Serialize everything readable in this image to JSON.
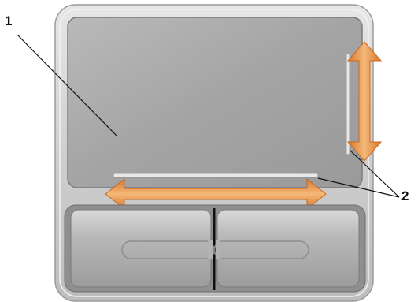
{
  "callouts": {
    "one": "1",
    "two": "2"
  },
  "parts": {
    "touch_pad": "touch-pad",
    "vertical_scroll_zone": "vertical-scroll-zone",
    "horizontal_scroll_zone": "horizontal-scroll-zone",
    "left_button": "left-button",
    "right_button": "right-button"
  },
  "icons": {
    "scroll_arrow_vertical": "double-headed-arrow-vertical",
    "scroll_arrow_horizontal": "double-headed-arrow-horizontal"
  },
  "colors": {
    "bezel": "#c9c9c9",
    "pad_surface": "#a7a7a7",
    "button_surface": "#b5b5b5",
    "arrow_fill": "#e58a2e",
    "arrow_highlight": "#f6c08a",
    "leader_line": "#111111"
  }
}
